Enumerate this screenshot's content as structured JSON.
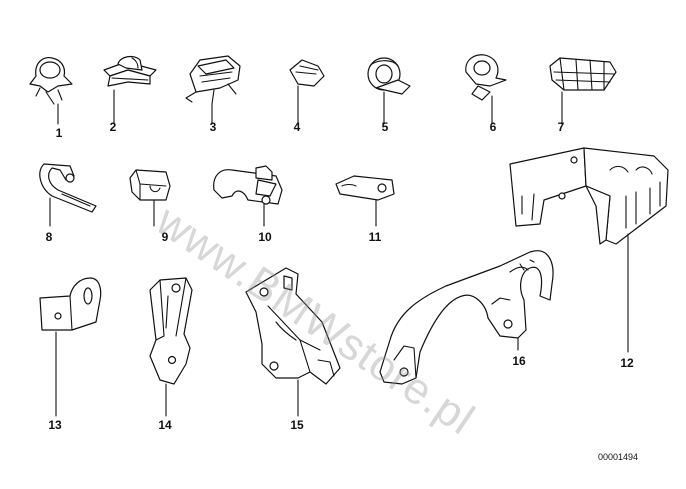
{
  "diagram": {
    "watermark": "www.BMWstore.pl",
    "drawing_code": "00001494",
    "parts": [
      {
        "callout": "1"
      },
      {
        "callout": "2"
      },
      {
        "callout": "3"
      },
      {
        "callout": "4"
      },
      {
        "callout": "5"
      },
      {
        "callout": "6"
      },
      {
        "callout": "7"
      },
      {
        "callout": "8"
      },
      {
        "callout": "9"
      },
      {
        "callout": "10"
      },
      {
        "callout": "11"
      },
      {
        "callout": "12"
      },
      {
        "callout": "13"
      },
      {
        "callout": "14"
      },
      {
        "callout": "15"
      },
      {
        "callout": "16"
      }
    ]
  }
}
